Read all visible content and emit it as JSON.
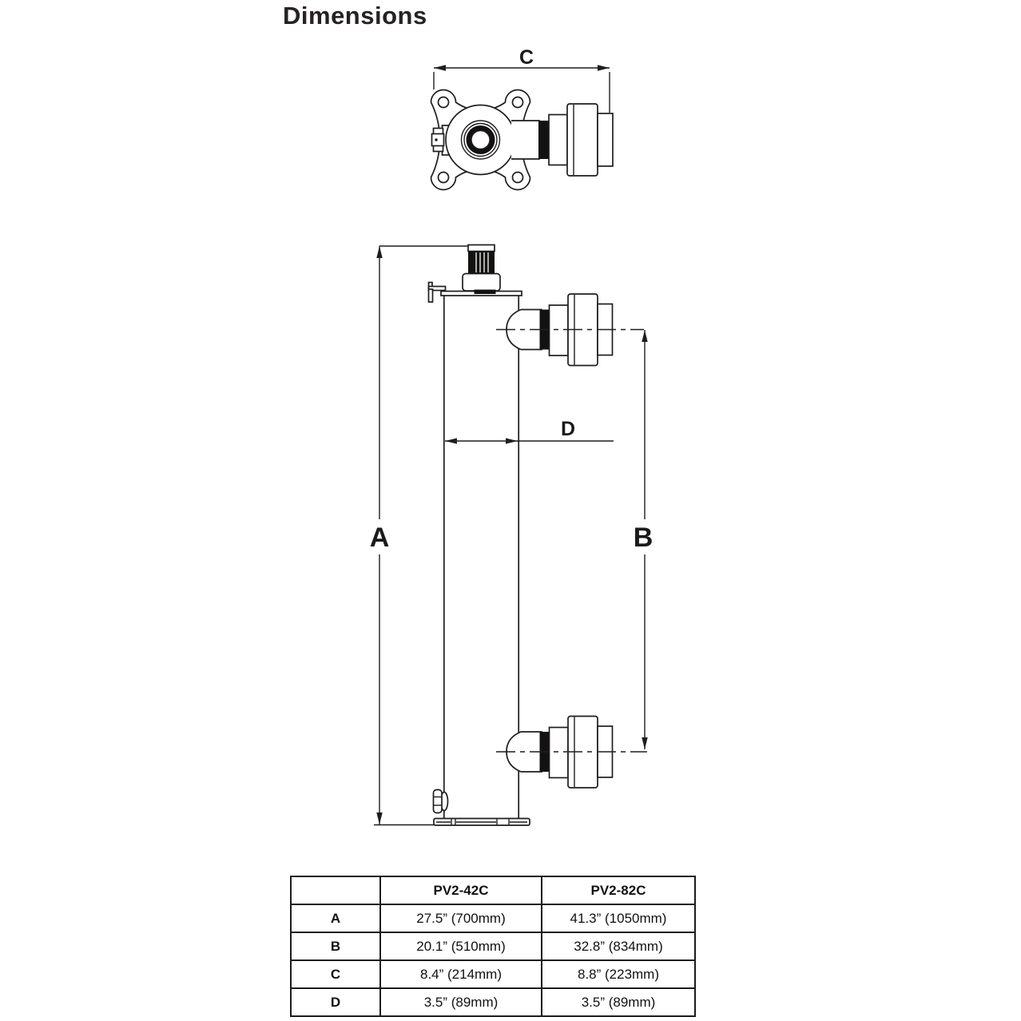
{
  "page": {
    "title": "Dimensions"
  },
  "drawing": {
    "dimension_labels": {
      "a": "A",
      "b": "B",
      "c": "C",
      "d": "D"
    }
  },
  "table": {
    "headers": [
      "",
      "PV2-42C",
      "PV2-82C"
    ],
    "rows": [
      [
        "A",
        "27.5” (700mm)",
        "41.3” (1050mm)"
      ],
      [
        "B",
        "20.1” (510mm)",
        "32.8” (834mm)"
      ],
      [
        "C",
        "8.4” (214mm)",
        "8.8” (223mm)"
      ],
      [
        "D",
        "3.5” (89mm)",
        "3.5” (89mm)"
      ]
    ]
  },
  "colors": {
    "line": "#1f1d1e",
    "fill_dark": "#141111",
    "background": "#ffffff"
  }
}
